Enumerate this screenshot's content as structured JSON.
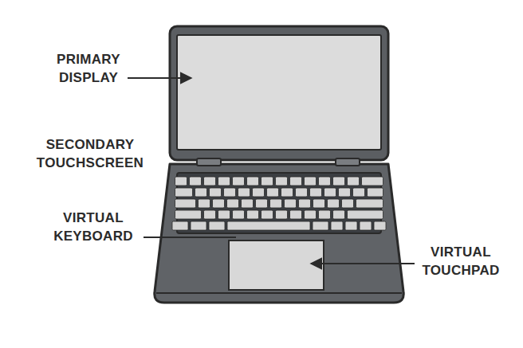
{
  "diagram": {
    "labels": [
      "PRIMARY DISPLAY",
      "SECONDARY TOUCHSCREEN",
      "VIRTUAL KEYBOARD",
      "VIRTUAL TOUCHPAD"
    ]
  }
}
